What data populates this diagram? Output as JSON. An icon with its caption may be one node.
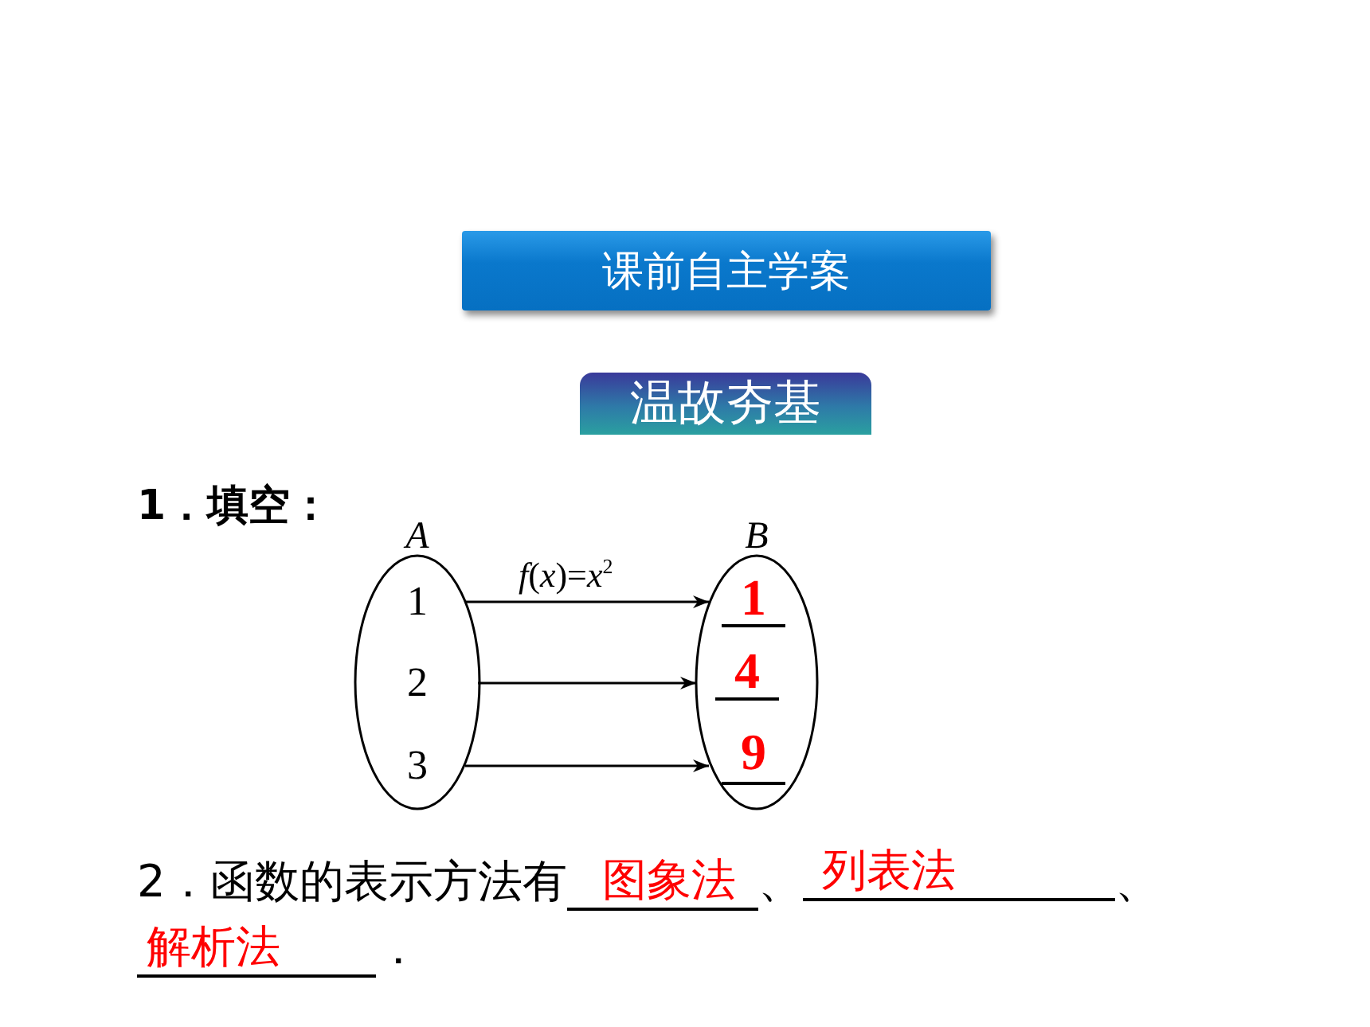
{
  "diagram": {
    "nodes": [
      {
        "text": [
          "课前自主学案"
        ]
      },
      {
        "text": [
          "温故夯基"
        ]
      },
      {
        "text": [
          "A"
        ]
      },
      {
        "text": [
          "B"
        ]
      },
      {
        "text": [
          "1"
        ],
        "in": 2
      },
      {
        "text": [
          "2"
        ],
        "in": 2
      },
      {
        "text": [
          "3"
        ],
        "in": 2
      },
      {
        "text": [
          "1"
        ],
        "in": 3
      },
      {
        "text": [
          "4"
        ],
        "in": 3
      },
      {
        "text": [
          "9"
        ],
        "in": 3
      }
    ],
    "edges": [
      {
        "from": 4,
        "to": 7,
        "arrow": "to",
        "label": "*f*(*x*)=*x*$^{2}$"
      },
      {
        "from": 5,
        "to": 8,
        "arrow": "to"
      },
      {
        "from": 6,
        "to": 9,
        "arrow": "to"
      }
    ],
    "labels": [
      "1．填空：",
      "2．函数的表示方法有",
      "图象法",
      "、",
      "列表法",
      "、",
      "解析法",
      "．"
    ]
  }
}
